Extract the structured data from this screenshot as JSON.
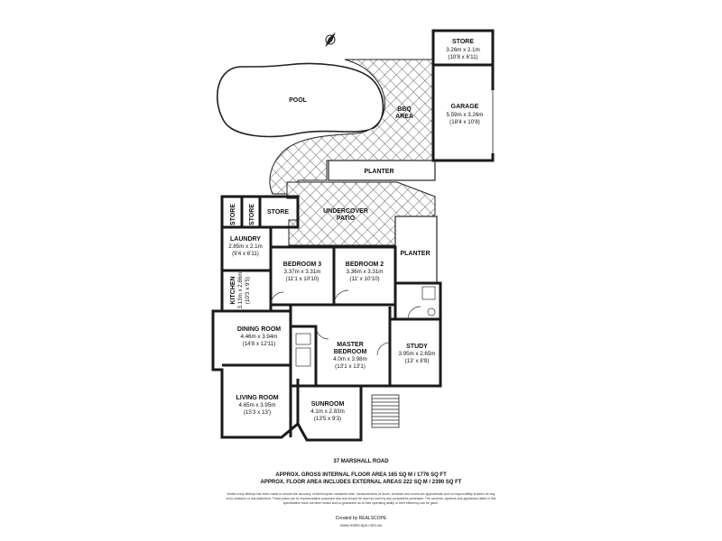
{
  "address": "37 MARSHALL ROAD",
  "area_lines": [
    "APPROX. GROSS INTERNAL FLOOR AREA 165 SQ M / 1776 SQ FT",
    "APPROX. FLOOR AREA INCLUDES EXTERNAL AREAS 222 SQ M / 2390 SQ FT"
  ],
  "disclaimer": "Whilst every attempt has been made to ensure the accuracy of the floorplan contained here, measurements of doors, windows and rooms are approximate and no responsibility is taken for any error omission or mis-statement. These plans are for representation purposes only and should be used as such by any prospective purchaser. The services, systems and appliances listed in this specification have not been tested and no guarantee as to their operating ability or their efficiency can be given.",
  "credit": "Created by REALSCOPE",
  "credit_url": "www.realscope.com.au",
  "rooms": {
    "store_top": {
      "name": "STORE",
      "dim1": "3.26m x 2.1m",
      "dim2": "(10'8 x 6'11)"
    },
    "garage": {
      "name": "GARAGE",
      "dim1": "5.59m x 3.26m",
      "dim2": "(18'4 x 10'8)"
    },
    "pool": {
      "name": "POOL"
    },
    "bbq": {
      "name1": "BBQ",
      "name2": "AREA"
    },
    "planter_top": {
      "name": "PLANTER"
    },
    "planter_right": {
      "name": "PLANTER"
    },
    "store_a": {
      "name": "STORE"
    },
    "store_b": {
      "name": "STORE"
    },
    "store_c": {
      "name": "STORE"
    },
    "patio": {
      "name1": "UNDERCOVER",
      "name2": "PATIO"
    },
    "laundry": {
      "name": "LAUNDRY",
      "dim1": "2.85m x 2.1m",
      "dim2": "(9'4 x 6'11)"
    },
    "bed3": {
      "name": "BEDROOM 3",
      "dim1": "3.37m x 3.31m",
      "dim2": "(11'1 x 10'10)"
    },
    "bed2": {
      "name": "BEDROOM 2",
      "dim1": "3.36m x 3.31m",
      "dim2": "(11' x 10'10)"
    },
    "kitchen": {
      "name": "KITCHEN",
      "dim1": "3.13m x 2.86m",
      "dim2": "(10'3 x 9'5)"
    },
    "dining": {
      "name": "DINING ROOM",
      "dim1": "4.46m x 3.94m",
      "dim2": "(14'8 x 12'11)"
    },
    "master": {
      "name1": "MASTER",
      "name2": "BEDROOM",
      "dim1": "4.0m x 3.98m",
      "dim2": "(13'1 x 13'1)"
    },
    "study": {
      "name": "STUDY",
      "dim1": "3.95m x 2.65m",
      "dim2": "(13' x 8'8)"
    },
    "living": {
      "name": "LIVING ROOM",
      "dim1": "4.65m x 3.95m",
      "dim2": "(15'3 x 13')"
    },
    "sunroom": {
      "name": "SUNROOM",
      "dim1": "4.1m x 2.83m",
      "dim2": "(13'5 x 9'3)"
    }
  },
  "colors": {
    "wall": "#1a1a1a",
    "hatch": "#555555",
    "background": "#ffffff"
  },
  "icons": [
    "compass-icon"
  ]
}
